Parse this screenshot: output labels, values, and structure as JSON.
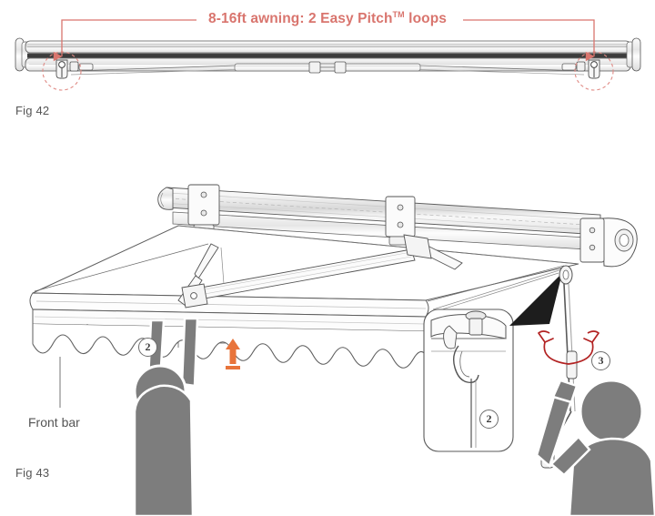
{
  "document": {
    "title": "Awning Installation — Easy Pitch loops",
    "background_color": "#ffffff"
  },
  "colors": {
    "caption_red": "#d9756e",
    "arrow_red": "#d9534f",
    "dashed_circle_red": "#e08a84",
    "orange_arrow": "#e8743b",
    "rotation_arrow_red": "#b22222",
    "line_ink": "#4a4a4a",
    "person_gray": "#7d7d7d",
    "label_gray": "#545454"
  },
  "figures": [
    {
      "id": "fig42",
      "label": "Fig 42",
      "caption": {
        "text_before_tm": "8-16ft awning: 2 Easy Pitch",
        "tm": "TM",
        "text_after_tm": " loops",
        "full_text": "8-16ft awning: 2 Easy Pitch™ loops"
      },
      "annotations": {
        "arrow_count": 2,
        "arrow_direction": "down",
        "highlight_shape": "dashed-circle",
        "highlight_count": 2
      },
      "subject": "roller tube and front bar assembly, end view with Easy Pitch loops"
    },
    {
      "id": "fig43",
      "label": "Fig 43",
      "subject": "extended awning, two operators, front bar lift and crank operation",
      "labels": [
        {
          "name": "front-bar-label",
          "text": "Front bar"
        }
      ],
      "callouts": [
        {
          "id": "callout-2-main",
          "number": "2",
          "meaning": "lift front bar"
        },
        {
          "id": "callout-2-inset",
          "number": "2",
          "meaning": "Easy Pitch loop hook detail"
        },
        {
          "id": "callout-3",
          "number": "3",
          "meaning": "rotate crank handle"
        }
      ],
      "annotations": {
        "up_arrow": {
          "direction": "up",
          "color": "#e8743b"
        },
        "rotation_arrow": {
          "direction": "rotate",
          "color": "#b22222"
        },
        "detail_inset": {
          "shape": "rounded-rect",
          "contents": "Easy Pitch loop and hook close-up"
        }
      },
      "people": [
        {
          "role": "lifting-front-bar",
          "position": "left-center"
        },
        {
          "role": "turning-crank",
          "position": "right"
        }
      ]
    }
  ]
}
